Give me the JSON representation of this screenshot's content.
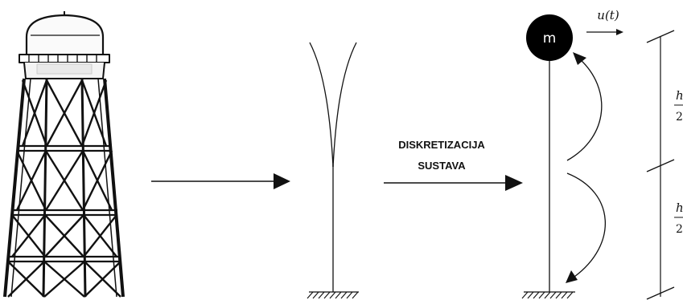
{
  "process_label": {
    "line1": "DISKRETIZACIJA",
    "line2": "SUSTAVA"
  },
  "mass_label": "m",
  "displacement_label": "u(t)",
  "height_fractions": [
    {
      "numerator": "h",
      "denominator": "2"
    },
    {
      "numerator": "h",
      "denominator": "2"
    }
  ],
  "colors": {
    "ink": "#111111",
    "mass_fill": "#000000",
    "background": "#ffffff"
  },
  "icons": {
    "tower": "water-tower-illustration",
    "arrow": "arrow-right-icon",
    "support": "fixed-support-hatch"
  }
}
